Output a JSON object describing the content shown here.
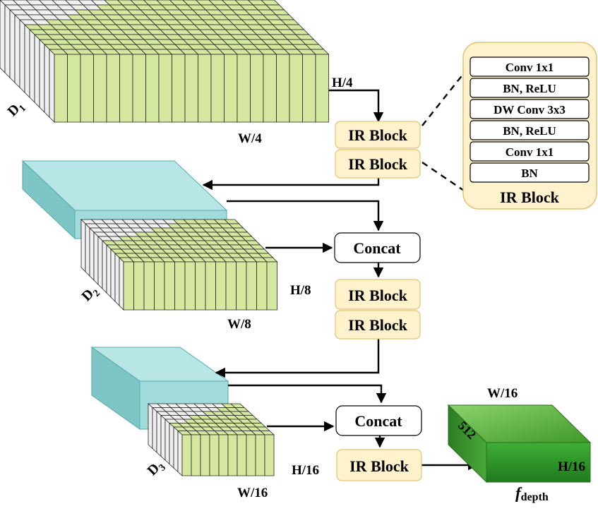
{
  "diagram": {
    "labels": {
      "d1": "D",
      "d1_sub": "1",
      "d2": "D",
      "d2_sub": "2",
      "d3": "D",
      "d3_sub": "3",
      "h4": "H/4",
      "w4": "W/4",
      "h8": "H/8",
      "w8": "W/8",
      "h16": "H/16",
      "w16": "W/16",
      "out_w": "W/16",
      "out_h": "H/16",
      "out_c": "512",
      "out_f": "f",
      "out_f_sub": "depth"
    },
    "blocks": {
      "ir1": "IR Block",
      "ir2": "IR Block",
      "ir3": "IR Block",
      "ir4": "IR Block",
      "ir5": "IR Block",
      "concat1": "Concat",
      "concat2": "Concat"
    },
    "detail": {
      "title": "IR Block",
      "layers": [
        "Conv 1x1",
        "BN, ReLU",
        "DW Conv 3x3",
        "BN, ReLU",
        "Conv 1x1",
        "BN"
      ]
    },
    "colors": {
      "green_cell": "#d5e8a0",
      "white_cell": "#f0f0f0",
      "block_fill": "#fff2cc",
      "teal": "#a9dde0",
      "output_green": "#3c9a2e"
    }
  }
}
